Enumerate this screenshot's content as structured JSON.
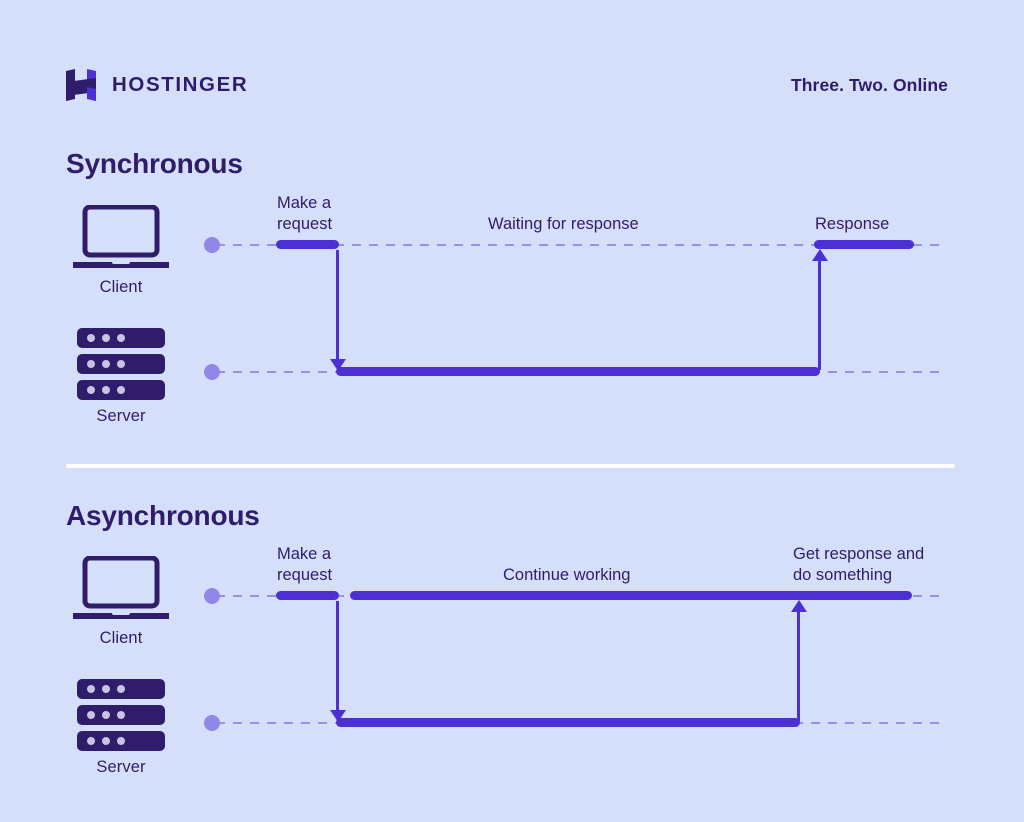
{
  "page": {
    "background_color": "#d6dffa",
    "accent_color": "#4d30d4",
    "dark_color": "#2f1c6a",
    "rail_color": "#9d8fe0",
    "dot_color": "#9187e8"
  },
  "header": {
    "brand_name": "HOSTINGER",
    "brand_logo_icon": "hostinger-h-logo-icon",
    "tagline": "Three. Two. Online"
  },
  "sections": [
    {
      "id": "sync",
      "title": "Synchronous",
      "actors": [
        {
          "id": "client",
          "label": "Client",
          "icon": "laptop-icon"
        },
        {
          "id": "server",
          "label": "Server",
          "icon": "server-rack-icon"
        }
      ],
      "annotations": [
        {
          "id": "make-request",
          "text": "Make a\nrequest"
        },
        {
          "id": "waiting",
          "text": "Waiting for response"
        },
        {
          "id": "response",
          "text": "Response"
        }
      ]
    },
    {
      "id": "async",
      "title": "Asynchronous",
      "actors": [
        {
          "id": "client",
          "label": "Client",
          "icon": "laptop-icon"
        },
        {
          "id": "server",
          "label": "Server",
          "icon": "server-rack-icon"
        }
      ],
      "annotations": [
        {
          "id": "make-request",
          "text": "Make a\nrequest"
        },
        {
          "id": "continue-working",
          "text": "Continue working"
        },
        {
          "id": "get-response",
          "text": "Get response and\ndo something"
        }
      ]
    }
  ]
}
